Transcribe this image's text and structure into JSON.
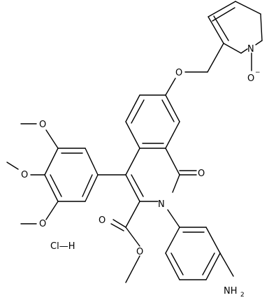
{
  "molecule": {
    "atoms": {
      "ring_n": "N",
      "n_oxide_o": "O",
      "n_oxide_charge": "−",
      "ether_o": "O",
      "carbonyl_o": "O",
      "amide_n": "N",
      "ester_o1": "O",
      "ester_o2": "O",
      "ome_o1": "O",
      "ome_o2": "O",
      "ome_o3": "O",
      "amine_n": "NH",
      "amine_sub": "2",
      "hcl": "Cl—H"
    }
  }
}
